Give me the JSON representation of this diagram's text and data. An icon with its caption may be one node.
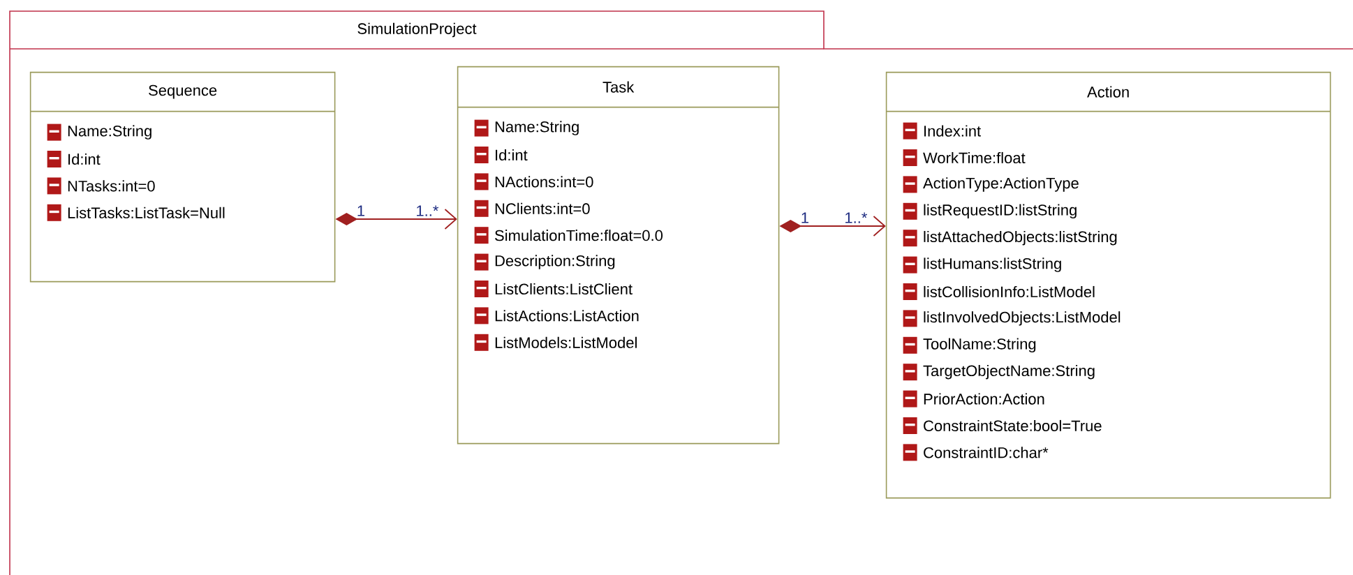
{
  "diagram": {
    "nodes": [
      {
        "text": [
          "SimulationProject"
        ]
      },
      {
        "text": [
          "Sequence",
          "Name:String",
          "Id:int",
          "NTasks:int=0",
          "ListTasks:ListTask=Null"
        ],
        "in": 0
      },
      {
        "text": [
          "Task",
          "Name:String",
          "Id:int",
          "NActions:int=0",
          "NClients:int=0",
          "SimulationTime:float=0.0",
          "Description:String",
          "ListClients:ListClient",
          "ListActions:ListAction",
          "ListModels:ListModel"
        ],
        "in": 0
      },
      {
        "text": [
          "Action",
          "Index:int",
          "WorkTime:float",
          "ActionType:ActionType",
          "listRequestID:listString",
          "listAttachedObjects:listString",
          "listHumans:listString",
          "listCollisionInfo:ListModel",
          "listInvolvedObjects:ListModel",
          "ToolName:String",
          "TargetObjectName:String",
          "PriorAction:Action",
          "ConstraintState:bool=True",
          "ConstraintID:char*"
        ],
        "in": 0
      }
    ],
    "edges": [
      {
        "from": 1,
        "to": 2,
        "arrow": "to"
      },
      {
        "from": 2,
        "to": 3,
        "arrow": "to"
      }
    ],
    "labels": [
      "1",
      "1..*",
      "1",
      "1..*"
    ]
  }
}
